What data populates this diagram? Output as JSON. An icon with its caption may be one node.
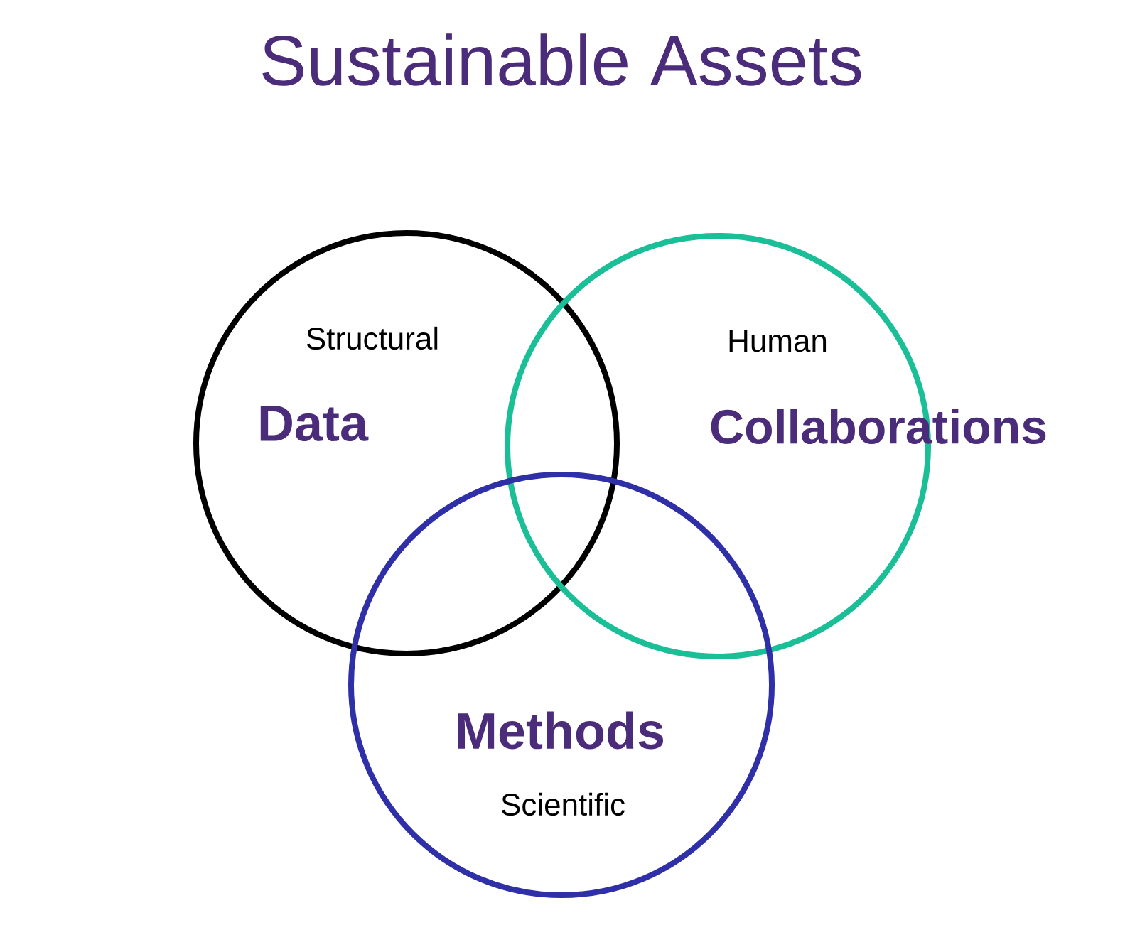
{
  "diagram": {
    "title": "Sustainable Assets",
    "nodes": [
      {
        "text": [
          "Structural",
          "Data"
        ]
      },
      {
        "text": [
          "Human",
          "Collaborations"
        ]
      },
      {
        "text": [
          "Methods",
          "Scientific"
        ]
      }
    ],
    "edges": []
  }
}
